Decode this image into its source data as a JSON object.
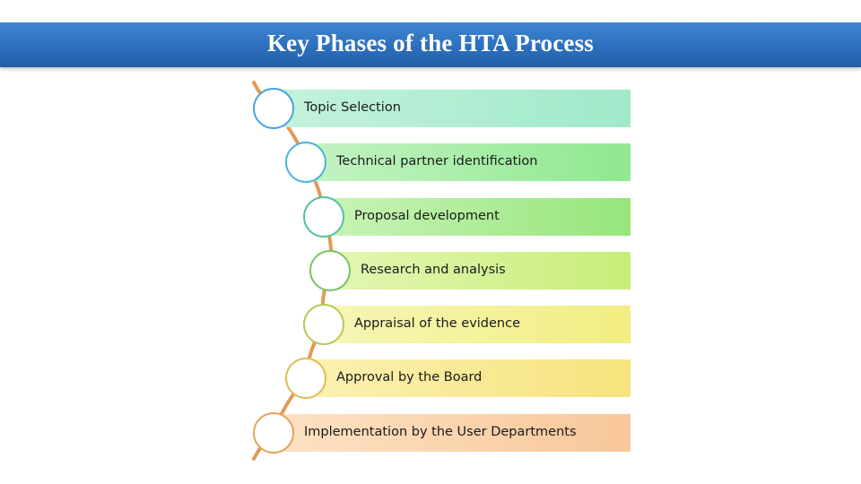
{
  "title": "Key Phases of the HTA Process",
  "phases": [
    {
      "label": "Topic Selection",
      "colors": {
        "bar_from": "#c4f2dc",
        "bar_to": "#9fe9c9",
        "ring": "#4aa3df"
      }
    },
    {
      "label": "Technical partner identification",
      "colors": {
        "bar_from": "#c4f3c4",
        "bar_to": "#8fe88f",
        "ring": "#4fb3d9"
      }
    },
    {
      "label": "Proposal development",
      "colors": {
        "bar_from": "#c9f4b6",
        "bar_to": "#95e67c",
        "ring": "#55bfa6"
      }
    },
    {
      "label": "Research and analysis",
      "colors": {
        "bar_from": "#e3f6b3",
        "bar_to": "#c8ee78",
        "ring": "#7cc46a"
      }
    },
    {
      "label": "Appraisal of the evidence",
      "colors": {
        "bar_from": "#f7f6b6",
        "bar_to": "#f2ee82",
        "ring": "#b8c75a"
      }
    },
    {
      "label": "Approval by the Board",
      "colors": {
        "bar_from": "#fbf1b3",
        "bar_to": "#f6e37c",
        "ring": "#dfbd55"
      }
    },
    {
      "label": "Implementation by the User Departments",
      "colors": {
        "bar_from": "#fde2c4",
        "bar_to": "#f8c79a",
        "ring": "#e4a361"
      }
    }
  ],
  "colors": {
    "title_bar": "#2e72c0",
    "title_text": "#ffffff",
    "spine": "#e49a55"
  }
}
